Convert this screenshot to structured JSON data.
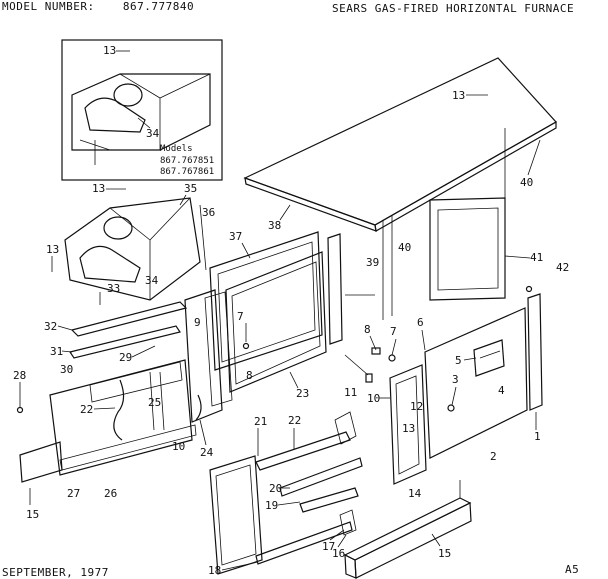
{
  "header": {
    "model_label": "MODEL NUMBER:",
    "model_number": "867.777840",
    "title": "SEARS GAS-FIRED HORIZONTAL FURNACE"
  },
  "footer": {
    "date": "SEPTEMBER, 1977",
    "page": "A5"
  },
  "inset": {
    "models_label": "Models",
    "models": [
      "867.767851",
      "867.767861"
    ]
  },
  "part_numbers": {
    "p13a": "13",
    "p34a": "34",
    "p13b": "13",
    "p35": "35",
    "p36": "36",
    "p13c": "13",
    "p33": "33",
    "p34b": "34",
    "p37": "37",
    "p38": "38",
    "p39": "39",
    "p40a": "40",
    "p40b": "40",
    "p41": "41",
    "p42": "42",
    "p13d": "13",
    "p32": "32",
    "p31": "31",
    "p30": "30",
    "p29": "29",
    "p28": "28",
    "p7a": "7",
    "p8a": "8",
    "p8b": "8",
    "p7b": "7",
    "p6": "6",
    "p5": "5",
    "p4": "4",
    "p3": "3",
    "p1": "1",
    "p22a": "22",
    "p25": "25",
    "p23": "23",
    "p11": "11",
    "p10a": "10",
    "p12": "12",
    "p10b": "10",
    "p24": "24",
    "p27": "27",
    "p26": "26",
    "p15a": "15",
    "p21": "21",
    "p22b": "22",
    "p20": "20",
    "p19": "19",
    "p13e": "13",
    "p14": "14",
    "p2": "2",
    "p17": "17",
    "p16": "16",
    "p15b": "15",
    "p18": "18",
    "p9": "9"
  }
}
